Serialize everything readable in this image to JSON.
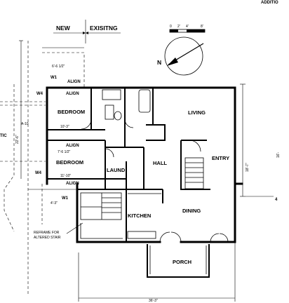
{
  "header": {
    "new_label": "NEW",
    "existing_label": "EXISITNG",
    "corner_title": "ADDITIO"
  },
  "scale_bar": {
    "ticks": [
      "0",
      "2'",
      "4'",
      "8'"
    ]
  },
  "north_arrow": {
    "label": "N"
  },
  "rooms": {
    "bedroom_upper": "BEDROOM",
    "bedroom_lower": "BEDROOM",
    "living": "LIVING",
    "entry": "ENTRY",
    "hall": "HALL",
    "laund": "LAUND",
    "kitchen": "KITCHEN",
    "dining": "DINING",
    "porch": "PORCH"
  },
  "annotations": {
    "align_1": "ALIGN",
    "align_2": "ALIGN",
    "align_3": "ALIGN",
    "align_4": "ALIGN",
    "w1_upper": "W1",
    "w1_lower": "W1",
    "w4_upper": "W4",
    "w4_lower": "W4",
    "a10": "A-10",
    "tic": "TIC",
    "four": "4",
    "reframe_line1": "REFRAME FOR",
    "reframe_line2": "ALTERED STAIR"
  },
  "dimensions": {
    "d_top_upper": "6'-6 1/2\"",
    "d_upper_room": "10'-3\"",
    "d_lower_room": "7'-6 1/2\"",
    "d_lower_room_b": "11'-10\"",
    "d_left_small": "4'-3\"",
    "d_left_vert": "22'-6\"",
    "d_right_vert": "18'-7\"",
    "d_bottom": "36'-3\"",
    "d_right_edge": "16'-"
  }
}
